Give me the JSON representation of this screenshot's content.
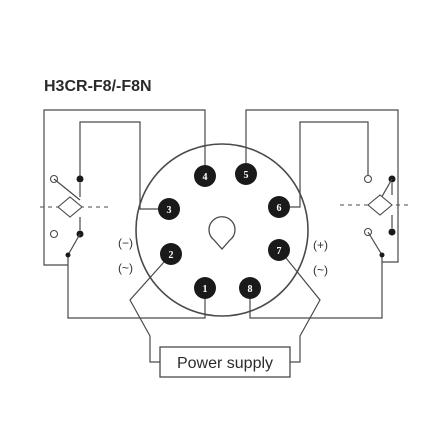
{
  "title": "H3CR-F8/-F8N",
  "pins": [
    {
      "label": "1"
    },
    {
      "label": "2"
    },
    {
      "label": "3"
    },
    {
      "label": "4"
    },
    {
      "label": "5"
    },
    {
      "label": "6"
    },
    {
      "label": "7"
    },
    {
      "label": "8"
    }
  ],
  "polarity": {
    "pin2_top": "(−)",
    "pin2_bottom": "(~)",
    "pin7_top": "(+)",
    "pin7_bottom": "(~)"
  },
  "power_supply_label": "Power supply",
  "colors": {
    "ink": "#2b2b2b",
    "wire": "#4a4a4a",
    "pin_fill": "#1a1a1a"
  }
}
